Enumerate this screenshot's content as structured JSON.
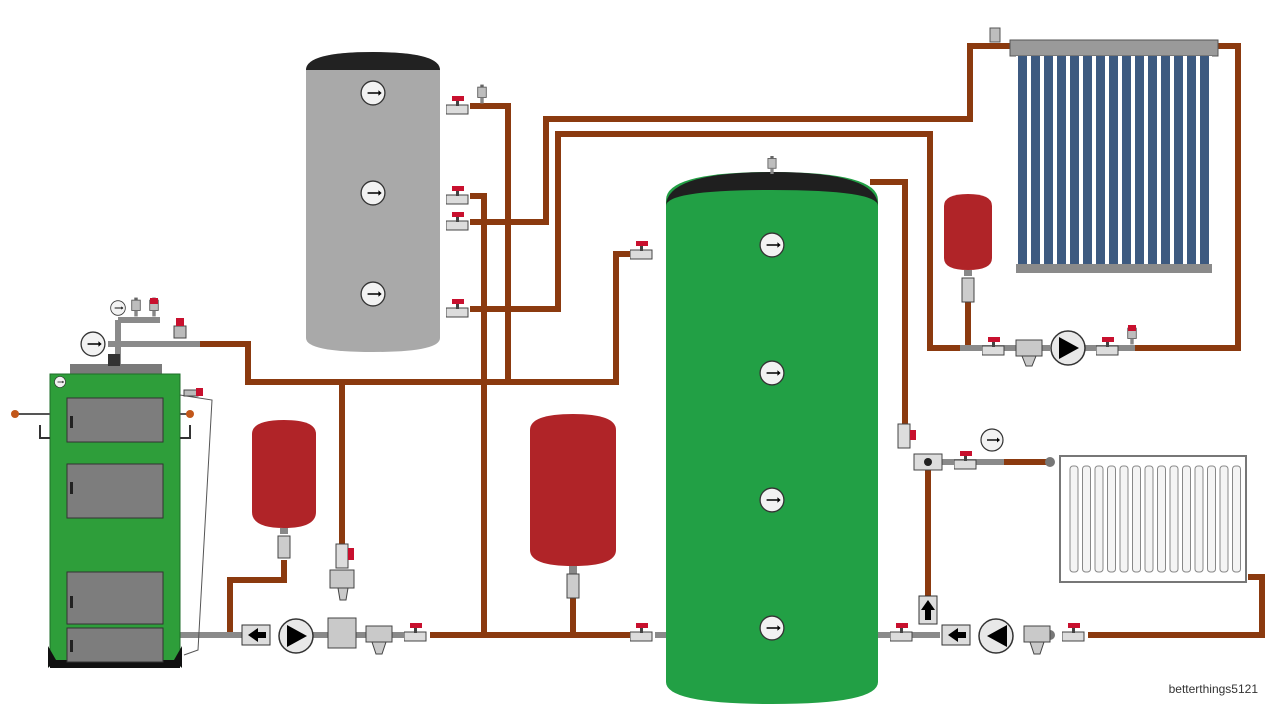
{
  "watermark": "betterthings5121",
  "colors": {
    "pipe": "#8b3a0f",
    "pipe_grey": "#8a8a8a",
    "boiler": "#2e9e3a",
    "buffer_tank": "#22a045",
    "dhw_tank": "#a9a9a9",
    "expansion_vessel": "#b02428",
    "valve_handle": "#c8102e",
    "solar_tubes": "#3d5a80",
    "radiator": "#ffffff"
  },
  "components": {
    "boiler": "solid-fuel-boiler",
    "dhw_tank": "indirect-hot-water-cylinder",
    "buffer_tank": "buffer-tank",
    "solar_collector": "evacuated-tube-collector",
    "radiator": "panel-radiator",
    "expansion_vessels": [
      "boiler-expansion-vessel",
      "buffer-expansion-vessel",
      "solar-expansion-vessel"
    ],
    "pumps": [
      "boiler-pump",
      "solar-pump",
      "heating-pump"
    ]
  }
}
